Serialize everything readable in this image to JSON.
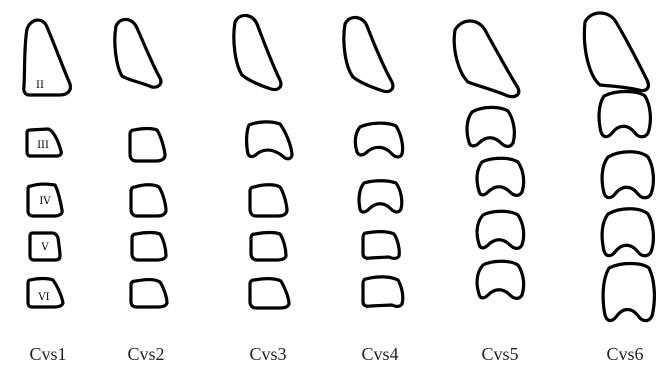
{
  "stages": [
    {
      "label": "Cvs1",
      "vertebra_labels": [
        "II",
        "III",
        "IV",
        "V",
        "VI"
      ]
    },
    {
      "label": "Cvs2"
    },
    {
      "label": "Cvs3"
    },
    {
      "label": "Cvs4"
    },
    {
      "label": "Cvs5"
    },
    {
      "label": "Cvs6"
    }
  ],
  "colors": {
    "outline": "#000000",
    "background": "#ffffff"
  }
}
